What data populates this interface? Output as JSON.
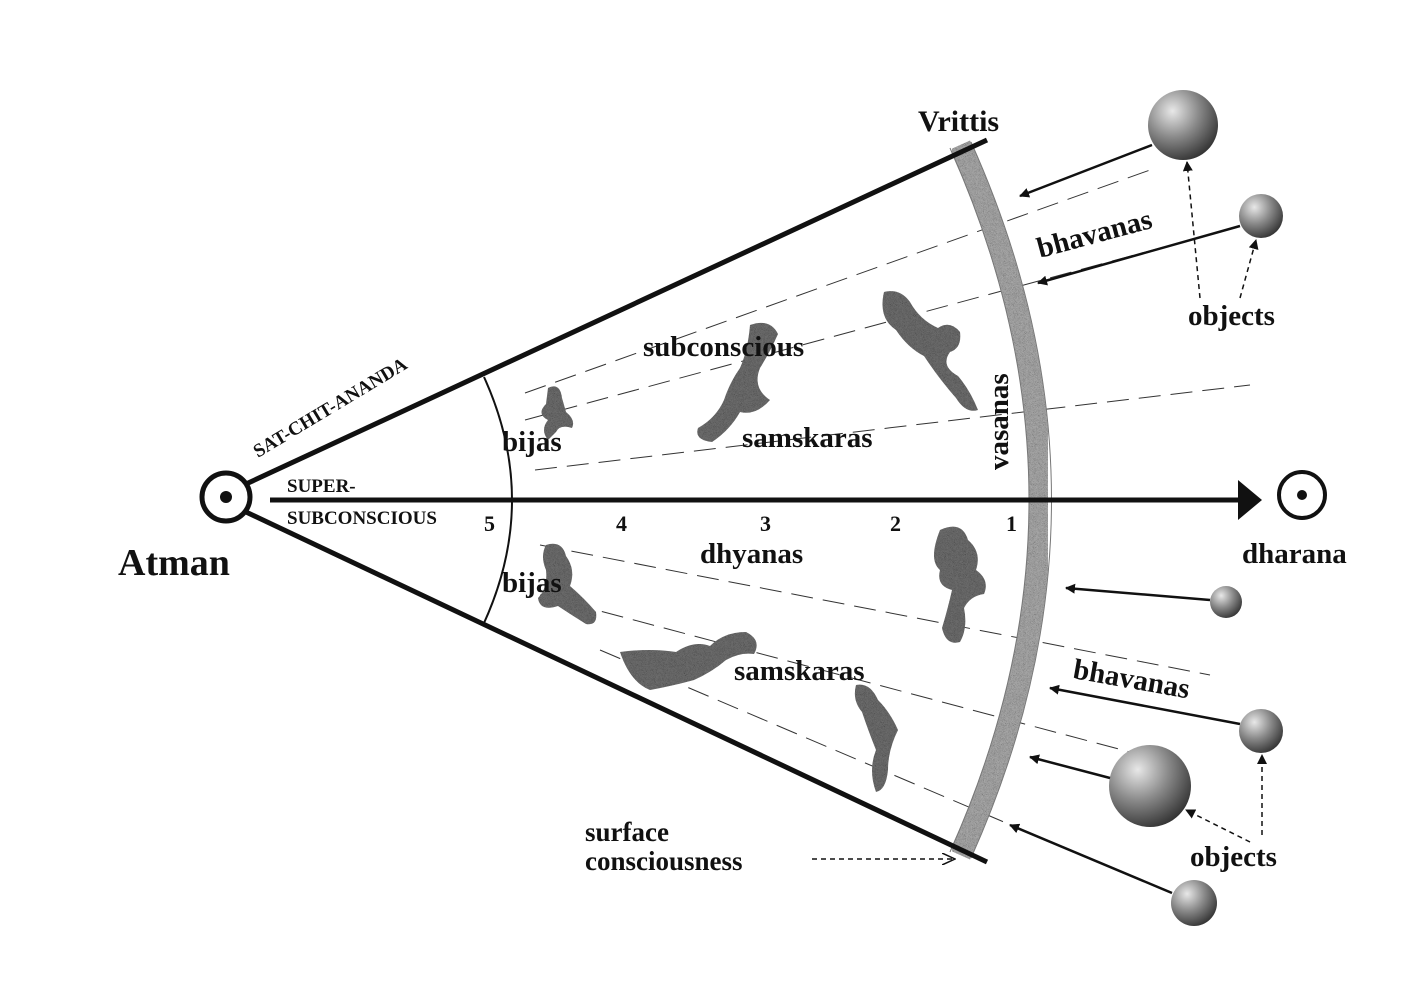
{
  "labels": {
    "vrittis": "Vrittis",
    "bhavanas_top": "bhavanas",
    "objects_top": "objects",
    "subconscious": "subconscious",
    "samskaras_top": "samskaras",
    "vasanas": "vasanas",
    "bijas_top": "bijas",
    "bijas_bottom": "bijas",
    "sat_chit_ananda": "SAT-CHIT-ANANDA",
    "super": "SUPER-",
    "subconscious_caps": "SUBCONSCIOUS",
    "atman": "Atman",
    "dharana": "dharana",
    "dhyanas": "dhyanas",
    "samskaras_bottom": "samskaras",
    "bhavanas_bottom": "bhavanas",
    "objects_bottom": "objects",
    "surface": "surface",
    "consciousness": "consciousness"
  },
  "levels": [
    "5",
    "4",
    "3",
    "2",
    "1"
  ],
  "colors": {
    "ink": "#111111",
    "band": "#b8b8b8",
    "blob": "#6e6e6e",
    "sphere": "#8a8a8a"
  }
}
